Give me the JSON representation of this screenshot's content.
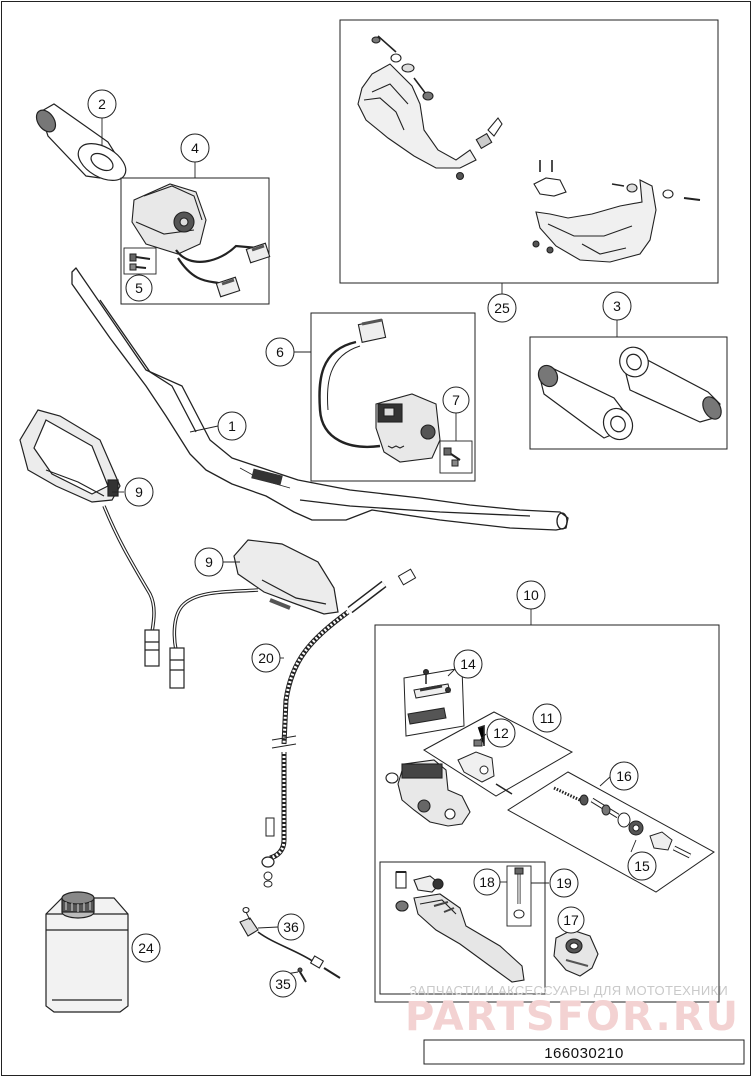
{
  "diagram": {
    "callouts": {
      "c1": "1",
      "c2": "2",
      "c3": "3",
      "c4": "4",
      "c5": "5",
      "c6": "6",
      "c7": "7",
      "c9a": "9",
      "c9b": "9",
      "c10": "10",
      "c11": "11",
      "c12": "12",
      "c14": "14",
      "c15": "15",
      "c16": "16",
      "c17": "17",
      "c18": "18",
      "c19": "19",
      "c20": "20",
      "c24": "24",
      "c25": "25",
      "c35": "35",
      "c36": "36"
    },
    "part_code": "166030210",
    "watermark": {
      "line1": "ЗАПЧАСТИ И АКСЕССУАРЫ ДЛЯ МОТОТЕХНИКИ",
      "line2": "PARTSFOR.RU"
    }
  }
}
